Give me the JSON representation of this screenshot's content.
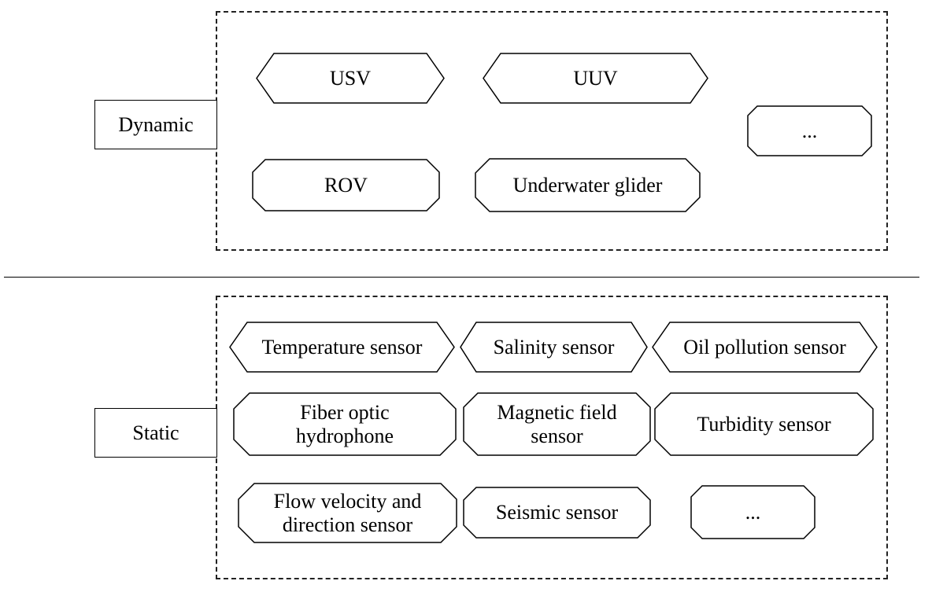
{
  "dynamic": {
    "category_label": "Dynamic",
    "items": [
      {
        "label": "USV"
      },
      {
        "label": "UUV"
      },
      {
        "label": "ROV"
      },
      {
        "label": "Underwater glider"
      },
      {
        "label": "..."
      }
    ]
  },
  "static": {
    "category_label": "Static",
    "items": [
      {
        "label": "Temperature sensor"
      },
      {
        "label": "Salinity sensor"
      },
      {
        "label": "Oil pollution sensor"
      },
      {
        "label": "Fiber optic\nhydrophone"
      },
      {
        "label": "Magnetic field\nsensor"
      },
      {
        "label": "Turbidity sensor"
      },
      {
        "label": "Flow velocity and\ndirection sensor"
      },
      {
        "label": "Seismic sensor"
      },
      {
        "label": "..."
      }
    ]
  }
}
